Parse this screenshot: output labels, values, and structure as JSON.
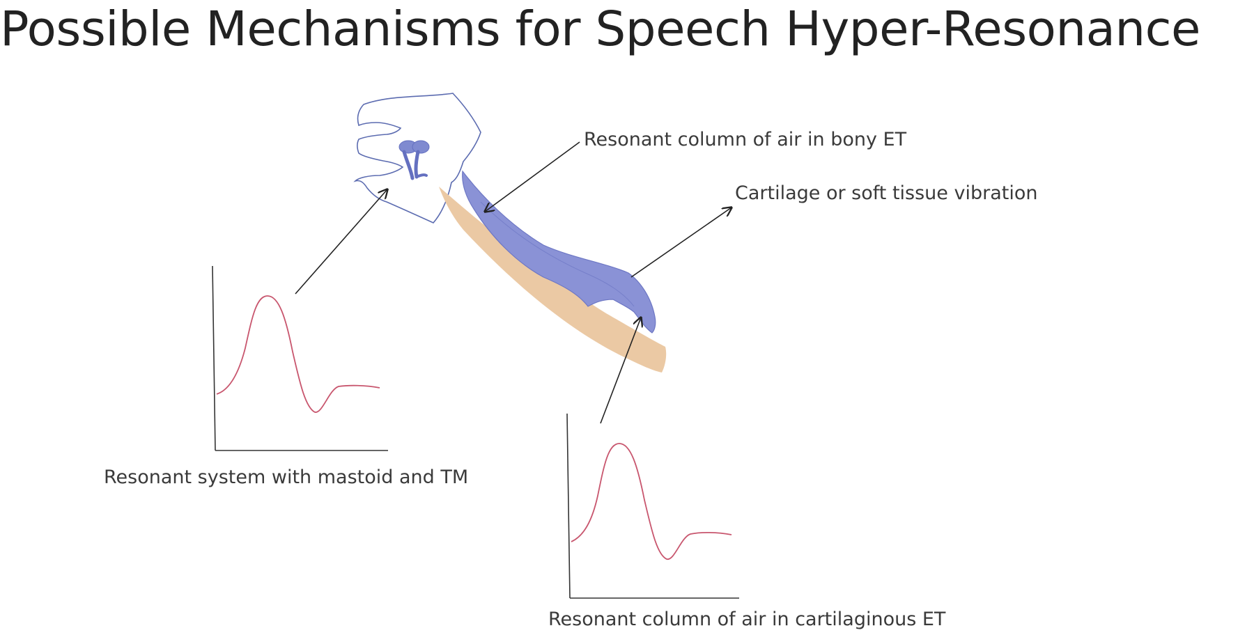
{
  "slide": {
    "title": "Possible Mechanisms for Speech Hyper-Resonance"
  },
  "labels": {
    "bony_et": "Resonant column of air in bony ET",
    "cartilage": "Cartilage or soft tissue vibration",
    "mastoid": "Resonant system with mastoid and TM",
    "cartilaginous_et": "Resonant column of air in cartilaginous ET"
  },
  "colors": {
    "text": "#3a3a3a",
    "skull_outline": "#5b6bb0",
    "eustachian_tube": "#8a92d6",
    "cartilage": "#ebc9a4",
    "waveform": "#c8566e",
    "axes": "#333333",
    "arrows": "#222222"
  }
}
